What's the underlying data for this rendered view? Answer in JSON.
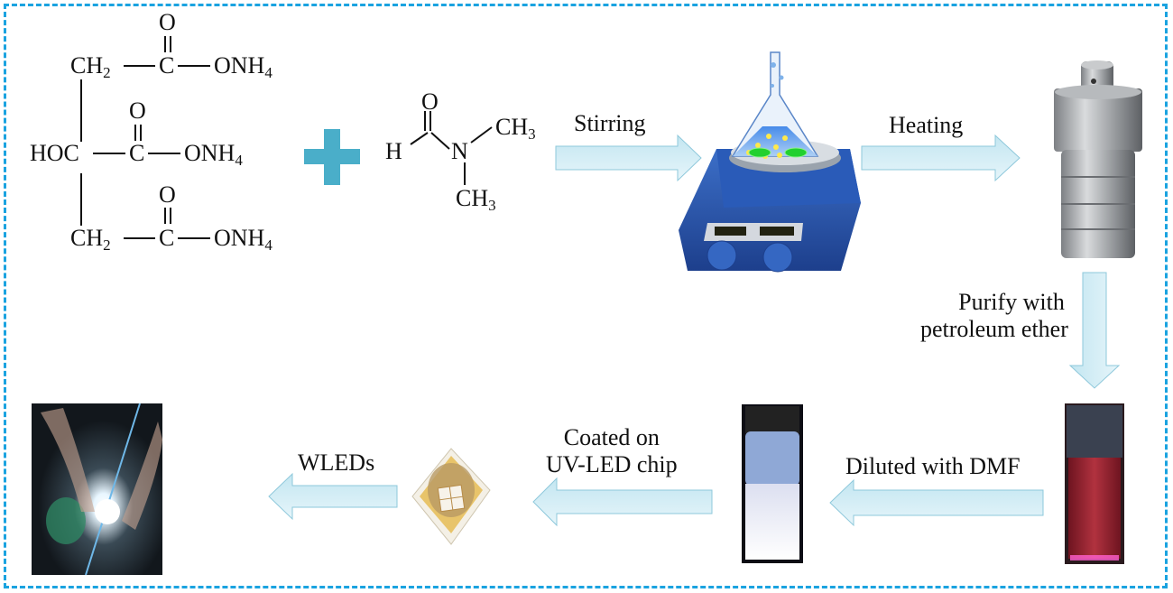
{
  "diagram": {
    "type": "synthesis-flow",
    "border_color": "#1aa3e0",
    "arrow_fill_color": "#cde9f2",
    "arrow_stroke_color": "#8ec8db",
    "plus_color": "#4aaec9",
    "reactant_1": {
      "name": "ammonium citrate",
      "rows": [
        {
          "left": "CH",
          "left_sub": "2",
          "right": "ONH",
          "right_sub": "4"
        },
        {
          "left": "HOC",
          "left_sub": "",
          "right": "ONH",
          "right_sub": "4"
        },
        {
          "left": "CH",
          "left_sub": "2",
          "right": "ONH",
          "right_sub": "4"
        }
      ],
      "carbonyl_c": "C",
      "carbonyl_o": "O"
    },
    "reactant_2": {
      "name": "DMF",
      "h": "H",
      "o": "O",
      "n": "N",
      "methyl": "CH",
      "methyl_sub": "3"
    },
    "steps": [
      {
        "label": "Stirring",
        "direction": "right"
      },
      {
        "label": "Heating",
        "direction": "right"
      },
      {
        "label_line1": "Purify  with",
        "label_line2": "petroleum ether",
        "direction": "down"
      },
      {
        "label": "Diluted with DMF",
        "direction": "left"
      },
      {
        "label_line1": "Coated on",
        "label_line2": "UV-LED chip",
        "direction": "left"
      },
      {
        "label": "WLEDs",
        "direction": "left"
      }
    ],
    "images": [
      {
        "name": "magnetic-stirrer-with-flask"
      },
      {
        "name": "hydrothermal-autoclave"
      },
      {
        "name": "red-vial"
      },
      {
        "name": "white-emitting-vial"
      },
      {
        "name": "uv-led-chip"
      },
      {
        "name": "glowing-wled"
      }
    ]
  }
}
